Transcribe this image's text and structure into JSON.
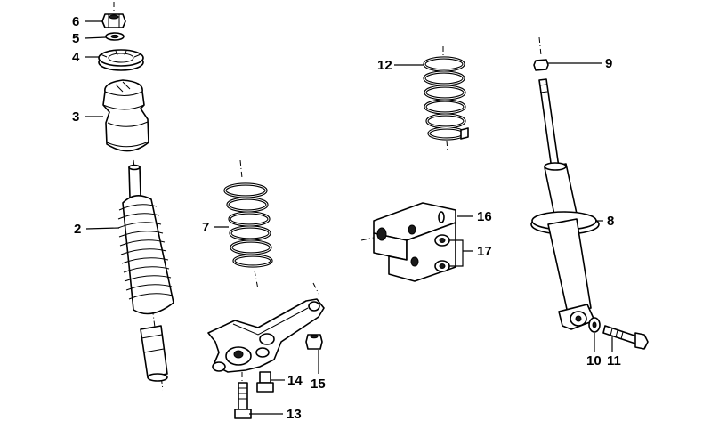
{
  "callouts": [
    {
      "id": "p6",
      "number": "6"
    },
    {
      "id": "p5",
      "number": "5"
    },
    {
      "id": "p4",
      "number": "4"
    },
    {
      "id": "p3",
      "number": "3"
    },
    {
      "id": "p2",
      "number": "2"
    },
    {
      "id": "p7",
      "number": "7"
    },
    {
      "id": "p12",
      "number": "12"
    },
    {
      "id": "p9",
      "number": "9"
    },
    {
      "id": "p16",
      "number": "16"
    },
    {
      "id": "p17",
      "number": "17"
    },
    {
      "id": "p8",
      "number": "8"
    },
    {
      "id": "p14",
      "number": "14"
    },
    {
      "id": "p15",
      "number": "15"
    },
    {
      "id": "p13",
      "number": "13"
    },
    {
      "id": "p10",
      "number": "10"
    },
    {
      "id": "p11",
      "number": "11"
    }
  ]
}
